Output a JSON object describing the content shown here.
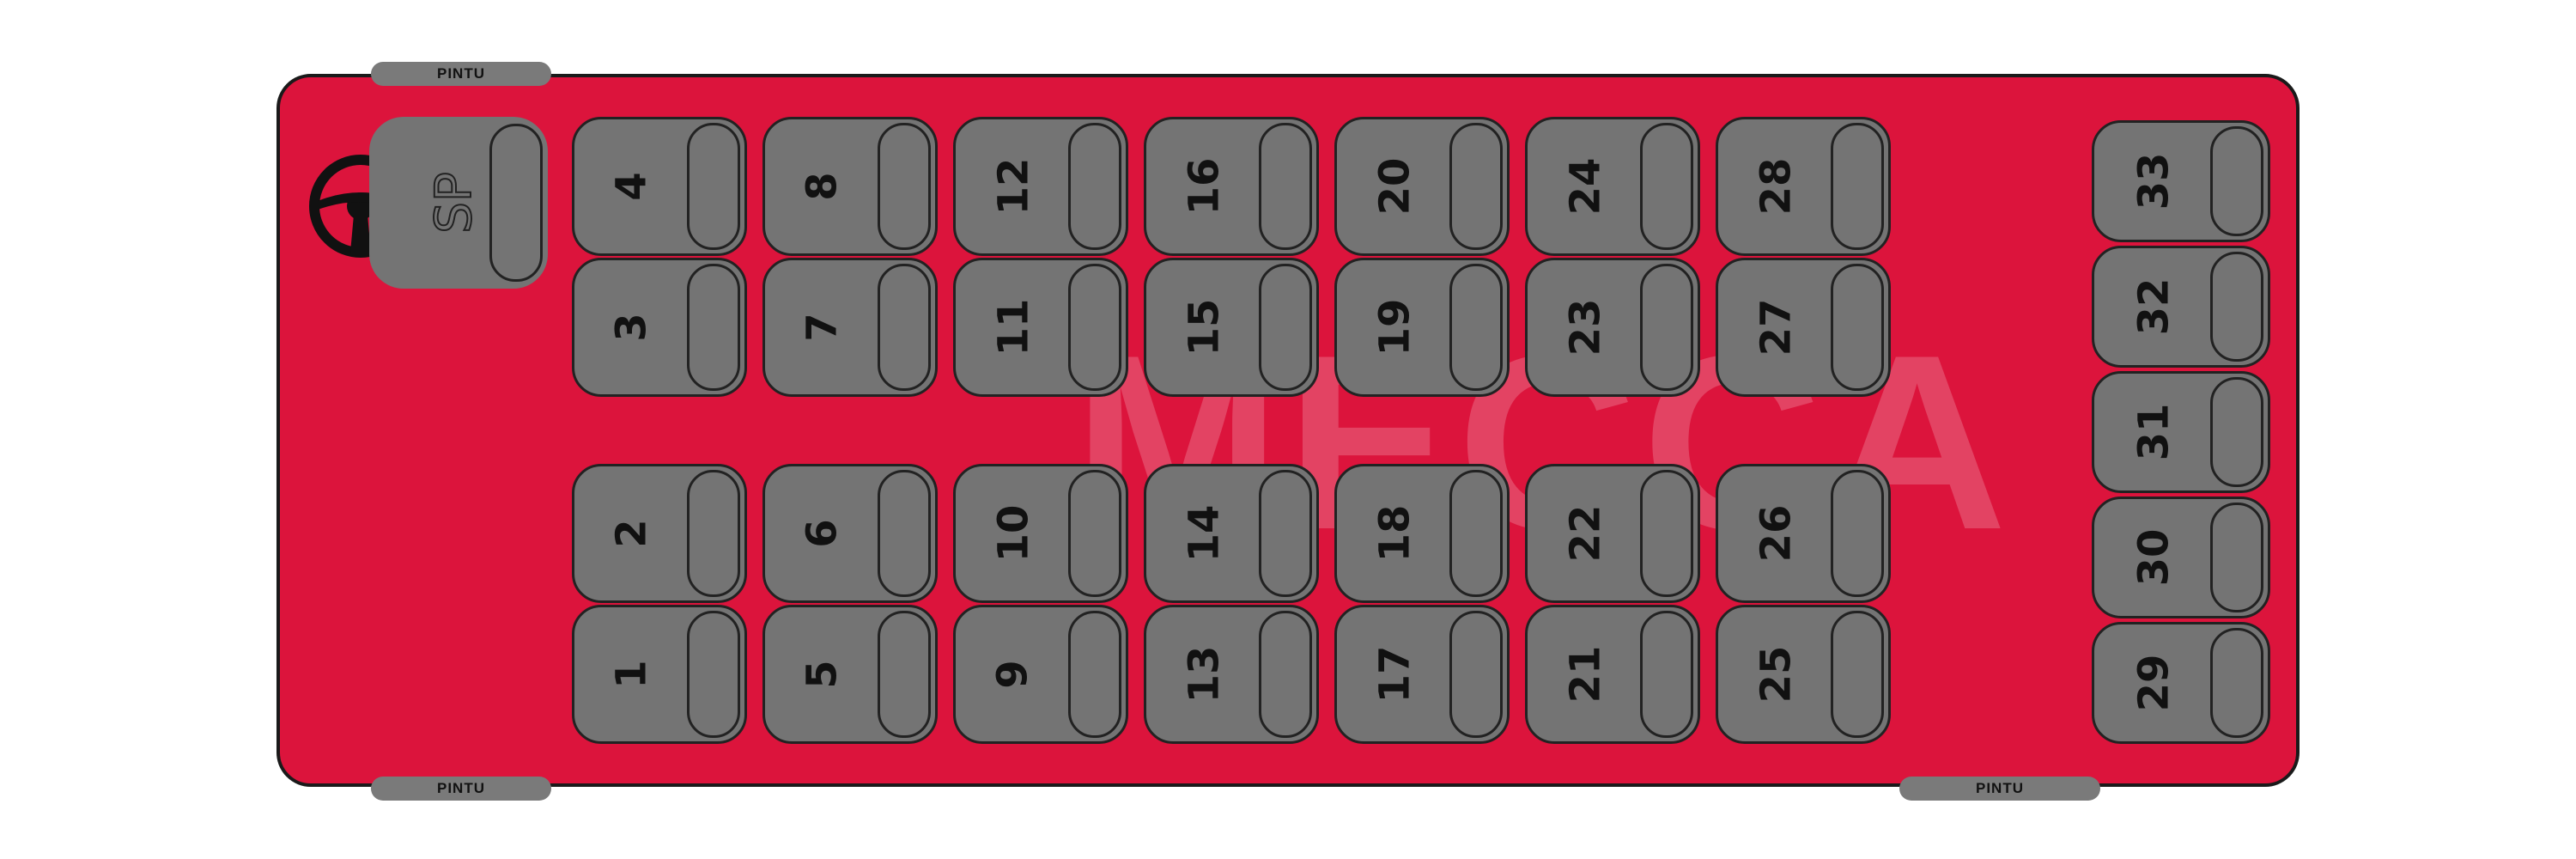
{
  "colors": {
    "bus_body": "#dc143c",
    "seat": "#747474",
    "outline": "#222222",
    "door": "#7a7a7a"
  },
  "doors": [
    {
      "label": "PINTU",
      "position": "front-top"
    },
    {
      "label": "PINTU",
      "position": "front-bottom"
    },
    {
      "label": "PINTU",
      "position": "rear-bottom"
    }
  ],
  "driver": {
    "seat_label": "SP",
    "icon": "steering-wheel-icon"
  },
  "watermark": {
    "text": "MECCA"
  },
  "seat_blocks": [
    {
      "name": "left-upper-block",
      "rows": [
        [
          "4",
          "8",
          "12",
          "16",
          "20",
          "24",
          "28"
        ],
        [
          "3",
          "7",
          "11",
          "15",
          "19",
          "23",
          "27"
        ]
      ]
    },
    {
      "name": "left-lower-block",
      "rows": [
        [
          "2",
          "6",
          "10",
          "14",
          "18",
          "22",
          "26"
        ],
        [
          "1",
          "5",
          "9",
          "13",
          "17",
          "21",
          "25"
        ]
      ]
    },
    {
      "name": "rear-bench",
      "rows": [
        [
          "33"
        ],
        [
          "32"
        ],
        [
          "31"
        ],
        [
          "30"
        ],
        [
          "29"
        ]
      ]
    }
  ]
}
